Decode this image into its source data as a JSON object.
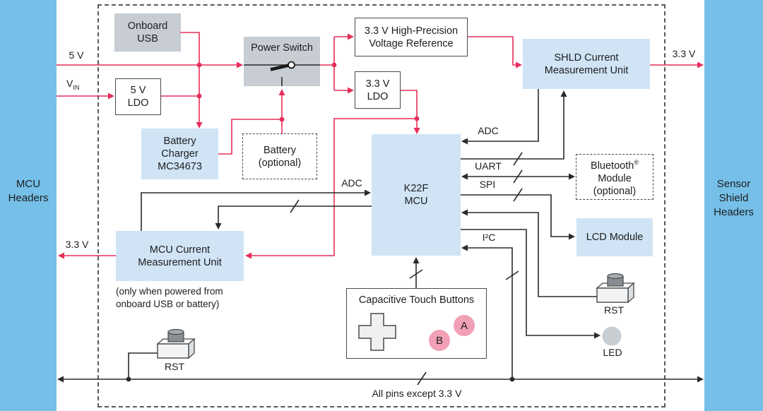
{
  "headers": {
    "left": "MCU\nHeaders",
    "right": "Sensor\nShield\nHeaders"
  },
  "blocks": {
    "onboard_usb": "Onboard\nUSB",
    "power_switch": "Power Switch",
    "ldo_5v": "5 V\nLDO",
    "vref": "3.3 V High-Precision\nVoltage Reference",
    "ldo_3v3": "3.3 V\nLDO",
    "shld_cmu": "SHLD Current\nMeasurement Unit",
    "battery_charger": "Battery\nCharger\nMC34673",
    "battery": "Battery\n(optional)",
    "mcu": "K22F\nMCU",
    "bluetooth": {
      "name": "Bluetooth",
      "reg": "®",
      "line2": "Module",
      "line3": "(optional)"
    },
    "lcd": "LCD Module",
    "mcu_cmu": "MCU Current\nMeasurement Unit",
    "mcu_cmu_note": "(only when powered from\nonboard USB or battery)",
    "cap_touch_title": "Capacitive Touch Buttons",
    "touch_a": "A",
    "touch_b": "B"
  },
  "wire_labels": {
    "v5": "5 V",
    "vin_base": "V",
    "vin_sub": "IN",
    "v33_out_left": "3.3 V",
    "v33_out_right": "3.3 V",
    "adc_left": "ADC",
    "adc_right": "ADC",
    "uart": "UART",
    "spi": "SPI",
    "i2c": "I²C",
    "all_pins": "All pins except 3.3 V"
  },
  "components": {
    "rst_left": "RST",
    "rst_right": "RST",
    "led": "LED"
  },
  "colors": {
    "power_wire": "#e62e58",
    "signal_wire": "#2a2a2c",
    "header_blue": "#75bfe8",
    "block_blue": "#d0e4f5",
    "block_gray": "#c7cdd3",
    "touch_pink": "#f1a0b6",
    "led_gray": "#c9ced2"
  }
}
